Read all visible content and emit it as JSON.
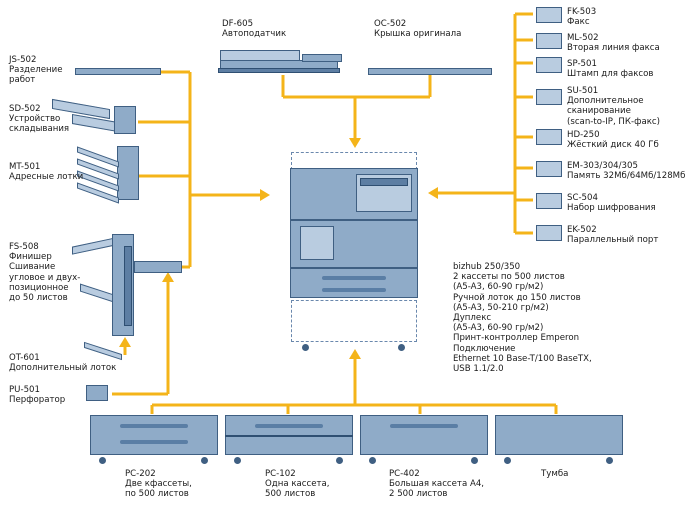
{
  "colors": {
    "connector": "#f4b41a",
    "device": "#8fabc8",
    "device_outline": "#3f5f82"
  },
  "left_options": [
    {
      "code": "JS-502",
      "desc": [
        "Разделение",
        "работ"
      ]
    },
    {
      "code": "SD-502",
      "desc": [
        "Устройство",
        "складывания"
      ]
    },
    {
      "code": "MT-501",
      "desc": [
        "Адресные лотки"
      ]
    },
    {
      "code": "FS-508",
      "desc": [
        "Финишер",
        "Сшивание",
        "угловое и двух-",
        "позиционное",
        "до 50 листов"
      ]
    },
    {
      "code": "OT-601",
      "desc": [
        "Дополнительный лоток"
      ]
    },
    {
      "code": "PU-501",
      "desc": [
        "Перфоратор"
      ]
    }
  ],
  "top_options": [
    {
      "code": "DF-605",
      "desc": [
        "Автоподатчик"
      ]
    },
    {
      "code": "OC-502",
      "desc": [
        "Крышка оригинала"
      ]
    }
  ],
  "right_options": [
    {
      "code": "FK-503",
      "desc": [
        "Факс"
      ]
    },
    {
      "code": "ML-502",
      "desc": [
        "Вторая линия факса"
      ]
    },
    {
      "code": "SP-501",
      "desc": [
        "Штамп для факсов"
      ]
    },
    {
      "code": "SU-501",
      "desc": [
        "Дополнительное",
        "сканирование",
        "(scan-to-IP, ПК-факс)"
      ]
    },
    {
      "code": "HD-250",
      "desc": [
        "Жёсткий диск 40 Гб"
      ]
    },
    {
      "code": "EM-303/304/305",
      "desc": [
        "Память 32Мб/64Мб/128Мб"
      ]
    },
    {
      "code": "SC-504",
      "desc": [
        "Набор шифрования"
      ]
    },
    {
      "code": "EK-502",
      "desc": [
        "Параллельный порт"
      ]
    }
  ],
  "main_device": {
    "lines": [
      "bizhub 250/350",
      "2 кассеты по 500 листов",
      "(A5-A3, 60-90 гр/м2)",
      "Ручной лоток до 150 листов",
      "(A5-A3, 50-210 гр/м2)",
      "Дуплекс",
      "(A5-A3, 60-90 гр/м2)",
      "Принт-контроллер Emperon",
      "Подключение",
      "Ethernet 10 Base-T/100 BaseTX,",
      "USB 1.1/2.0"
    ]
  },
  "bottom_options": [
    {
      "code": "PC-202",
      "desc": [
        "Две кфассеты,",
        "по 500 листов"
      ]
    },
    {
      "code": "PC-102",
      "desc": [
        "Одна кассета,",
        "500 листов"
      ]
    },
    {
      "code": "PC-402",
      "desc": [
        "Большая кассета A4,",
        "2 500 листов"
      ]
    },
    {
      "code": "",
      "desc": [
        "Тумба"
      ]
    }
  ]
}
